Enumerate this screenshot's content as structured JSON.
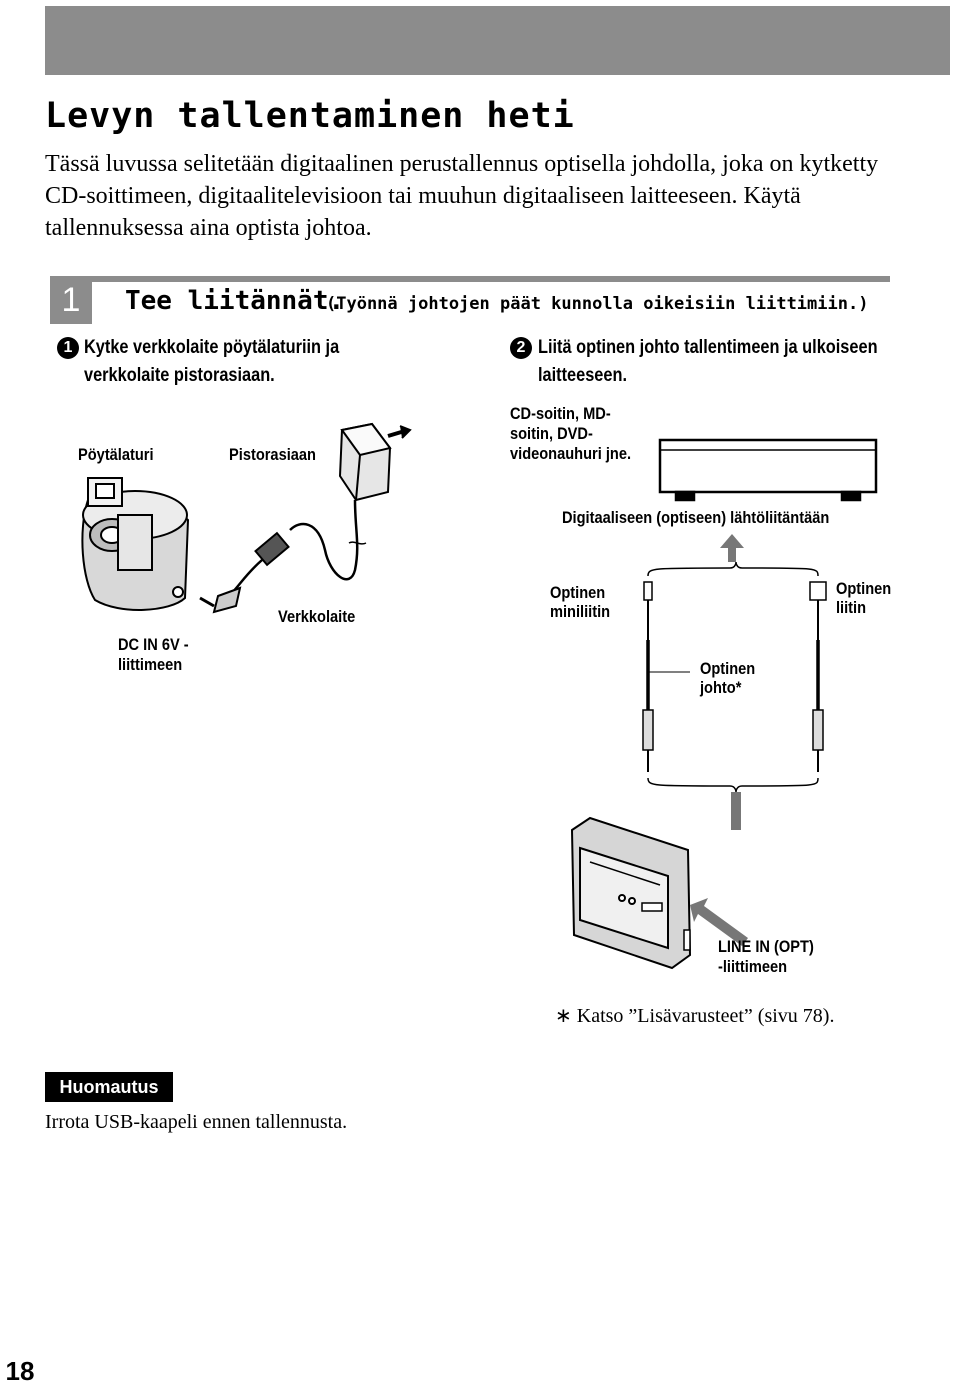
{
  "page": {
    "title": "Levyn tallentaminen heti",
    "intro": "Tässä luvussa selitetään digitaalinen perustallennus optisella johdolla, joka on kytketty CD-soittimeen, digitaalitelevisioon tai muuhun digitaaliseen laitteeseen. Käytä tallennuksessa aina optista johtoa.",
    "page_number": "18"
  },
  "step": {
    "number": "1",
    "title": "Tee liitännät.",
    "note": "(Työnnä johtojen päät kunnolla oikeisiin liittimiin.)"
  },
  "substeps": [
    {
      "marker": "1",
      "text": "Kytke verkkolaite pöytälaturiin ja verkkolaite pistorasiaan."
    },
    {
      "marker": "2",
      "text": "Liitä optinen johto tallentimeen ja ulkoiseen laitteeseen."
    }
  ],
  "labels": {
    "charger": "Pöytälaturi",
    "outlet": "Pistorasiaan",
    "adapter": "Verkkolaite",
    "dc_in_line1": "DC IN 6V -",
    "dc_in_line2": "liittimeen",
    "source_line1": "CD-soitin, MD-",
    "source_line2": "soitin, DVD-",
    "source_line3": "videonauhuri jne.",
    "digital_out": "Digitaaliseen (optiseen) lähtöliitäntään",
    "mini_plug_line1": "Optinen",
    "mini_plug_line2": "miniliitin",
    "square_plug_line1": "Optinen",
    "square_plug_line2": "liitin",
    "cable_line1": "Optinen",
    "cable_line2": "johto*",
    "line_in_line1": "LINE IN (OPT)",
    "line_in_line2": "-liittimeen"
  },
  "footnote": "∗ Katso ”Lisävarusteet” (sivu 78).",
  "note": {
    "badge": "Huomautus",
    "text": "Irrota USB-kaapeli ennen tallennusta."
  }
}
